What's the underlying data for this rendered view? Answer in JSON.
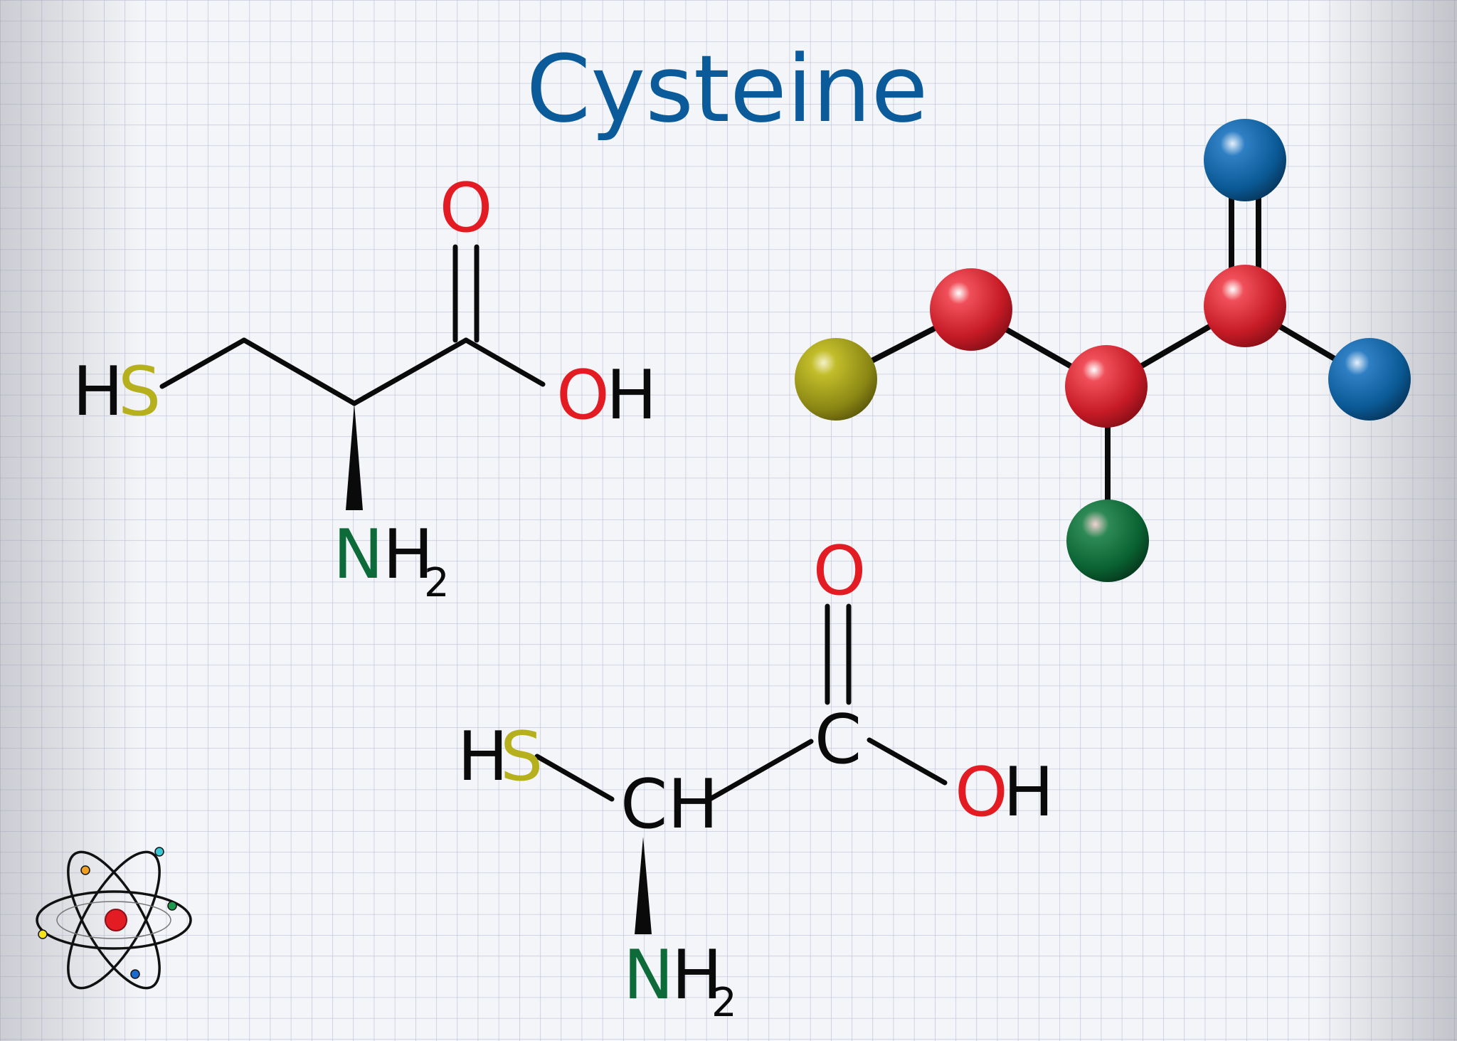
{
  "title": "Cysteine",
  "colors": {
    "title": "#0b5b9a",
    "bond": "#0a0a0a",
    "label_black": "#0a0a0a",
    "sulfur": "#b5b01c",
    "oxygen": "#e31b23",
    "nitrogen": "#0d6b3a",
    "grid_line": "#b9bcd6",
    "ball_sulfur": "#8c8a14",
    "ball_carbon": "#c9202a",
    "ball_oxygen": "#0b5a96",
    "ball_nitrogen": "#0a6232"
  },
  "skeletal": {
    "h_thiol": "H",
    "s_thiol": "S",
    "o_carbonyl": "O",
    "o_hydroxyl": "O",
    "h_hydroxyl": "H",
    "n_amine": "N",
    "h_amine": "H",
    "sub_amine": "2"
  },
  "condensed": {
    "h_thiol": "H",
    "s_thiol": "S",
    "ch": "CH",
    "c_carboxyl": "C",
    "o_carbonyl": "O",
    "o_hydroxyl": "O",
    "h_hydroxyl": "H",
    "n_amine": "N",
    "h_amine": "H",
    "sub_amine": "2"
  },
  "ball_and_stick": {
    "atoms": [
      {
        "name": "ball-sulfur",
        "element": "sulfur"
      },
      {
        "name": "ball-carbon-beta",
        "element": "carbon"
      },
      {
        "name": "ball-carbon-alpha",
        "element": "carbon"
      },
      {
        "name": "ball-carbon-carboxyl",
        "element": "carbon"
      },
      {
        "name": "ball-oxygen-carbonyl",
        "element": "oxygen"
      },
      {
        "name": "ball-oxygen-hydroxyl",
        "element": "oxygen"
      },
      {
        "name": "ball-nitrogen",
        "element": "nitrogen"
      }
    ]
  },
  "icons": {
    "logo": "atom-icon"
  }
}
